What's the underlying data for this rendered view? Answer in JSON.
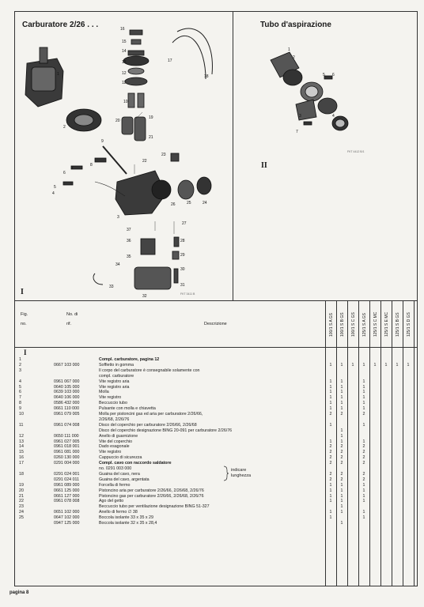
{
  "left_title": "Carburatore 2/26 . . .",
  "right_title": "Tubo d'aspirazione",
  "left_roman": "I",
  "right_roman": "II",
  "fig_code_left": "FKT 3411 B",
  "fig_code_right": "FKT 4412 B/1",
  "diagram_callouts_left": [
    "1",
    "2",
    "3",
    "4",
    "5",
    "6",
    "7",
    "8",
    "9",
    "10",
    "11",
    "12",
    "13",
    "14",
    "15",
    "16",
    "17",
    "18",
    "19",
    "20",
    "21",
    "22",
    "23",
    "24",
    "25",
    "26",
    "27",
    "28",
    "29",
    "30",
    "31",
    "32",
    "33",
    "34",
    "35",
    "36",
    "37"
  ],
  "diagram_callouts_right": [
    "1",
    "2",
    "3",
    "4",
    "5",
    "6",
    "7"
  ],
  "table": {
    "header_fig": "Fig.",
    "header_no": "no.",
    "header_nodi": "No. di",
    "header_rif": "rif.",
    "header_desc": "Descrizione",
    "models": [
      "100/1 S A GS",
      "100/1 S B GS",
      "100/1 S C GS",
      "125/1 S A GS",
      "125/1 S C MC",
      "125/1 S E MC",
      "125/1 S B GS",
      "125/1 S D GS"
    ],
    "section": "I",
    "rows": [
      {
        "fig": "1",
        "rif": "",
        "desc": "Compl. carburatore, pagina 12",
        "bold": true,
        "q": [
          "",
          "",
          "",
          "",
          "",
          "",
          "",
          ""
        ]
      },
      {
        "fig": "2",
        "rif": "0667 103 000",
        "desc": "Soffietto in gomma",
        "q": [
          "1",
          "1",
          "1",
          "1",
          "1",
          "1",
          "1",
          "1"
        ]
      },
      {
        "fig": "3",
        "rif": "",
        "desc": "Il corpo del carburatore è consegnabile solamente con",
        "q": [
          "",
          "",
          "",
          "",
          "",
          "",
          "",
          ""
        ]
      },
      {
        "fig": "",
        "rif": "",
        "desc": "compl. carburatore",
        "q": [
          "",
          "",
          "",
          "",
          "",
          "",
          "",
          ""
        ]
      },
      {
        "fig": "4",
        "rif": "0961 067 000",
        "desc": "Vite registro aria",
        "q": [
          "1",
          "1",
          "",
          "1",
          "",
          "",
          "",
          ""
        ]
      },
      {
        "fig": "5",
        "rif": "0640 105 000",
        "desc": "Vite registro aria",
        "q": [
          "1",
          "1",
          "",
          "1",
          "",
          "",
          "",
          ""
        ]
      },
      {
        "fig": "6",
        "rif": "0639 103 000",
        "desc": "Molla",
        "q": [
          "1",
          "1",
          "",
          "1",
          "",
          "",
          "",
          ""
        ]
      },
      {
        "fig": "7",
        "rif": "0640 106 000",
        "desc": "Vite registro",
        "q": [
          "1",
          "1",
          "",
          "1",
          "",
          "",
          "",
          ""
        ]
      },
      {
        "fig": "8",
        "rif": "0586 432 000",
        "desc": "Beccuccio tubo",
        "q": [
          "1",
          "1",
          "",
          "1",
          "",
          "",
          "",
          ""
        ]
      },
      {
        "fig": "9",
        "rif": "0661 110 000",
        "desc": "Pulsante con molla e chiavetta",
        "q": [
          "1",
          "1",
          "",
          "1",
          "",
          "",
          "",
          ""
        ]
      },
      {
        "fig": "10",
        "rif": "0961 079 005",
        "desc": "Molla per pistoncini gas ed aria per carburatore 2/26/66,",
        "q": [
          "2",
          "2",
          "",
          "2",
          "",
          "",
          "",
          ""
        ]
      },
      {
        "fig": "",
        "rif": "",
        "desc": "2/26/68, 2/26/76",
        "q": [
          "",
          "",
          "",
          "",
          "",
          "",
          "",
          ""
        ]
      },
      {
        "fig": "11",
        "rif": "0961 074 008",
        "desc": "Disco del coperchio per carburatore 2/26/66, 2/26/68",
        "q": [
          "1",
          "",
          "",
          "1",
          "",
          "",
          "",
          ""
        ]
      },
      {
        "fig": "",
        "rif": "",
        "desc": "Disco del coperchio designazione BING 20-091 per carburatore 2/26/76",
        "q": [
          "",
          "1",
          "",
          "",
          "",
          "",
          "",
          ""
        ]
      },
      {
        "fig": "12",
        "rif": "0650 111 000",
        "desc": "Anello di guarnizione",
        "q": [
          "",
          "1",
          "",
          "",
          "",
          "",
          "",
          ""
        ]
      },
      {
        "fig": "13",
        "rif": "0961 027 005",
        "desc": "Vite del coperchio",
        "q": [
          "1",
          "1",
          "",
          "1",
          "",
          "",
          "",
          ""
        ]
      },
      {
        "fig": "14",
        "rif": "0961 018 001",
        "desc": "Dado esagonale",
        "q": [
          "2",
          "2",
          "",
          "2",
          "",
          "",
          "",
          ""
        ]
      },
      {
        "fig": "15",
        "rif": "0961 081 000",
        "desc": "Vite registro",
        "q": [
          "2",
          "2",
          "",
          "2",
          "",
          "",
          "",
          ""
        ]
      },
      {
        "fig": "16",
        "rif": "0260 130 000",
        "desc": "Cappuccio di sicurezza",
        "q": [
          "2",
          "2",
          "",
          "2",
          "",
          "",
          "",
          ""
        ]
      },
      {
        "fig": "17",
        "rif": "0291 004 000",
        "desc": "Compl. cavo con raccordo saldatore",
        "bold": true,
        "q": [
          "2",
          "2",
          "",
          "2",
          "",
          "",
          "",
          ""
        ]
      },
      {
        "fig": "",
        "rif": "",
        "desc": "no. 0291 003 000",
        "q": [
          "",
          "",
          "",
          "",
          "",
          "",
          "",
          ""
        ]
      },
      {
        "fig": "18",
        "rif": "0291 024 001",
        "desc": "Guaina del cavo, nera",
        "q": [
          "2",
          "2",
          "",
          "2",
          "",
          "",
          "",
          ""
        ]
      },
      {
        "fig": "",
        "rif": "0291 024 011",
        "desc": "Guaina del cavo, argentata",
        "q": [
          "2",
          "2",
          "",
          "2",
          "",
          "",
          "",
          ""
        ]
      },
      {
        "fig": "19",
        "rif": "0961 089 000",
        "desc": "Forcella di fermo",
        "q": [
          "1",
          "1",
          "",
          "1",
          "",
          "",
          "",
          ""
        ]
      },
      {
        "fig": "20",
        "rif": "0661 125 000",
        "desc": "Pistoncino aria per carburatore 2/26/66, 2/26/68, 2/26/76",
        "q": [
          "1",
          "1",
          "",
          "1",
          "",
          "",
          "",
          ""
        ]
      },
      {
        "fig": "21",
        "rif": "0661 127 000",
        "desc": "Pistoncino gas per carburatore 2/26/66, 2/26/68, 2/26/76",
        "q": [
          "1",
          "1",
          "",
          "1",
          "",
          "",
          "",
          ""
        ]
      },
      {
        "fig": "22",
        "rif": "0961 078 008",
        "desc": "Ago del getto",
        "q": [
          "1",
          "1",
          "",
          "1",
          "",
          "",
          "",
          ""
        ]
      },
      {
        "fig": "23",
        "rif": "",
        "desc": "Beccuccio tubo per ventilazione designazione BING 51-327",
        "q": [
          "",
          "1",
          "",
          "",
          "",
          "",
          "",
          ""
        ]
      },
      {
        "fig": "24",
        "rif": "0651 102 000",
        "desc": "Anello di fermo ∅ 38",
        "q": [
          "1",
          "1",
          "",
          "1",
          "",
          "",
          "",
          ""
        ]
      },
      {
        "fig": "25",
        "rif": "0647 102 000",
        "desc": "Boccola isolante 33 x 35 x 29",
        "q": [
          "1",
          "",
          "",
          "1",
          "",
          "",
          "",
          ""
        ]
      },
      {
        "fig": "",
        "rif": "0947 125 000",
        "desc": "Boccola isolante 32 x 35 x 28,4",
        "q": [
          "",
          "1",
          "",
          "",
          "",
          "",
          "",
          ""
        ]
      }
    ],
    "brace_text_1": "indicare",
    "brace_text_2": "lunghezza"
  },
  "footer": "pagina 8"
}
